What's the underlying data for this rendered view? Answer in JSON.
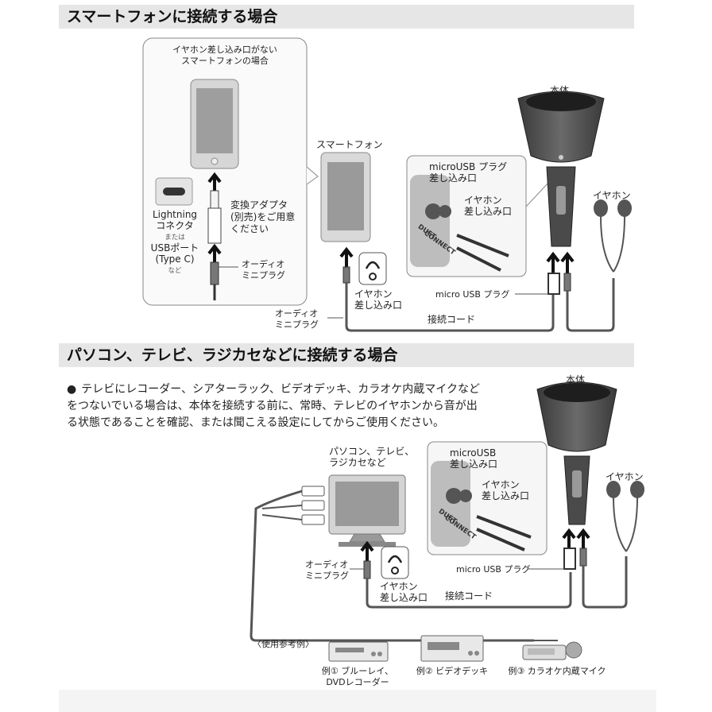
{
  "section1": {
    "title": "スマートフォンに接続する場合",
    "inset": {
      "title_line1": "イヤホン差し込み口がない",
      "title_line2": "スマートフォンの場合",
      "lightning": "Lightning",
      "connector": "コネクタ",
      "or": "または",
      "usb_port": "USBポート",
      "type_c": "(Type C)",
      "etc": "など",
      "adapter_line1": "変換アダプタ",
      "adapter_line2": "(別売)をご用意",
      "adapter_line3": "ください",
      "audio_mini_line1": "オーディオ",
      "audio_mini_line2": "ミニプラグ"
    },
    "smartphone": "スマートフォン",
    "audio_mini_line1": "オーディオ",
    "audio_mini_line2": "ミニプラグ",
    "earphone_jack_line1": "イヤホン",
    "earphone_jack_line2": "差し込み口",
    "cord": "接続コード",
    "body": "本体",
    "earphone": "イヤホン",
    "micro_usb_jack_line1": "microUSB プラグ",
    "micro_usb_jack_line2": "差し込み口",
    "device_earphone_jack_line1": "イヤホン",
    "device_earphone_jack_line2": "差し込み口",
    "micro_usb_plug": "micro USB プラグ",
    "duet": "DUET",
    "connect": "CONNECT"
  },
  "section2": {
    "title": "パソコン、テレビ、ラジカセなどに接続する場合",
    "bullet": "●",
    "note": "テレビにレコーダー、シアターラック、ビデオデッキ、カラオケ内蔵マイクなどをつないでいる場合は、本体を接続する前に、常時、テレビのイヤホンから音が出る状態であることを確認、または聞こえる設定にしてからご使用ください。",
    "tv_line1": "パソコン、テレビ、",
    "tv_line2": "ラジカセなど",
    "audio_mini_line1": "オーディオ",
    "audio_mini_line2": "ミニプラグ",
    "earphone_jack_line1": "イヤホン",
    "earphone_jack_line2": "差し込み口",
    "cord": "接続コード",
    "body": "本体",
    "earphone": "イヤホン",
    "micro_usb_jack_line1": "microUSB",
    "micro_usb_jack_line2": "差し込み口",
    "device_earphone_jack_line1": "イヤホン",
    "device_earphone_jack_line2": "差し込み口",
    "micro_usb_plug": "micro USB プラグ",
    "duet": "DUET",
    "connect": "CONNECT",
    "examples_title": "〈使用参考例〉",
    "example1_line1": "例① ブルーレイ、",
    "example1_line2": "DVDレコーダー",
    "example2": "例② ビデオデッキ",
    "example3": "例③ カラオケ内蔵マイク"
  }
}
